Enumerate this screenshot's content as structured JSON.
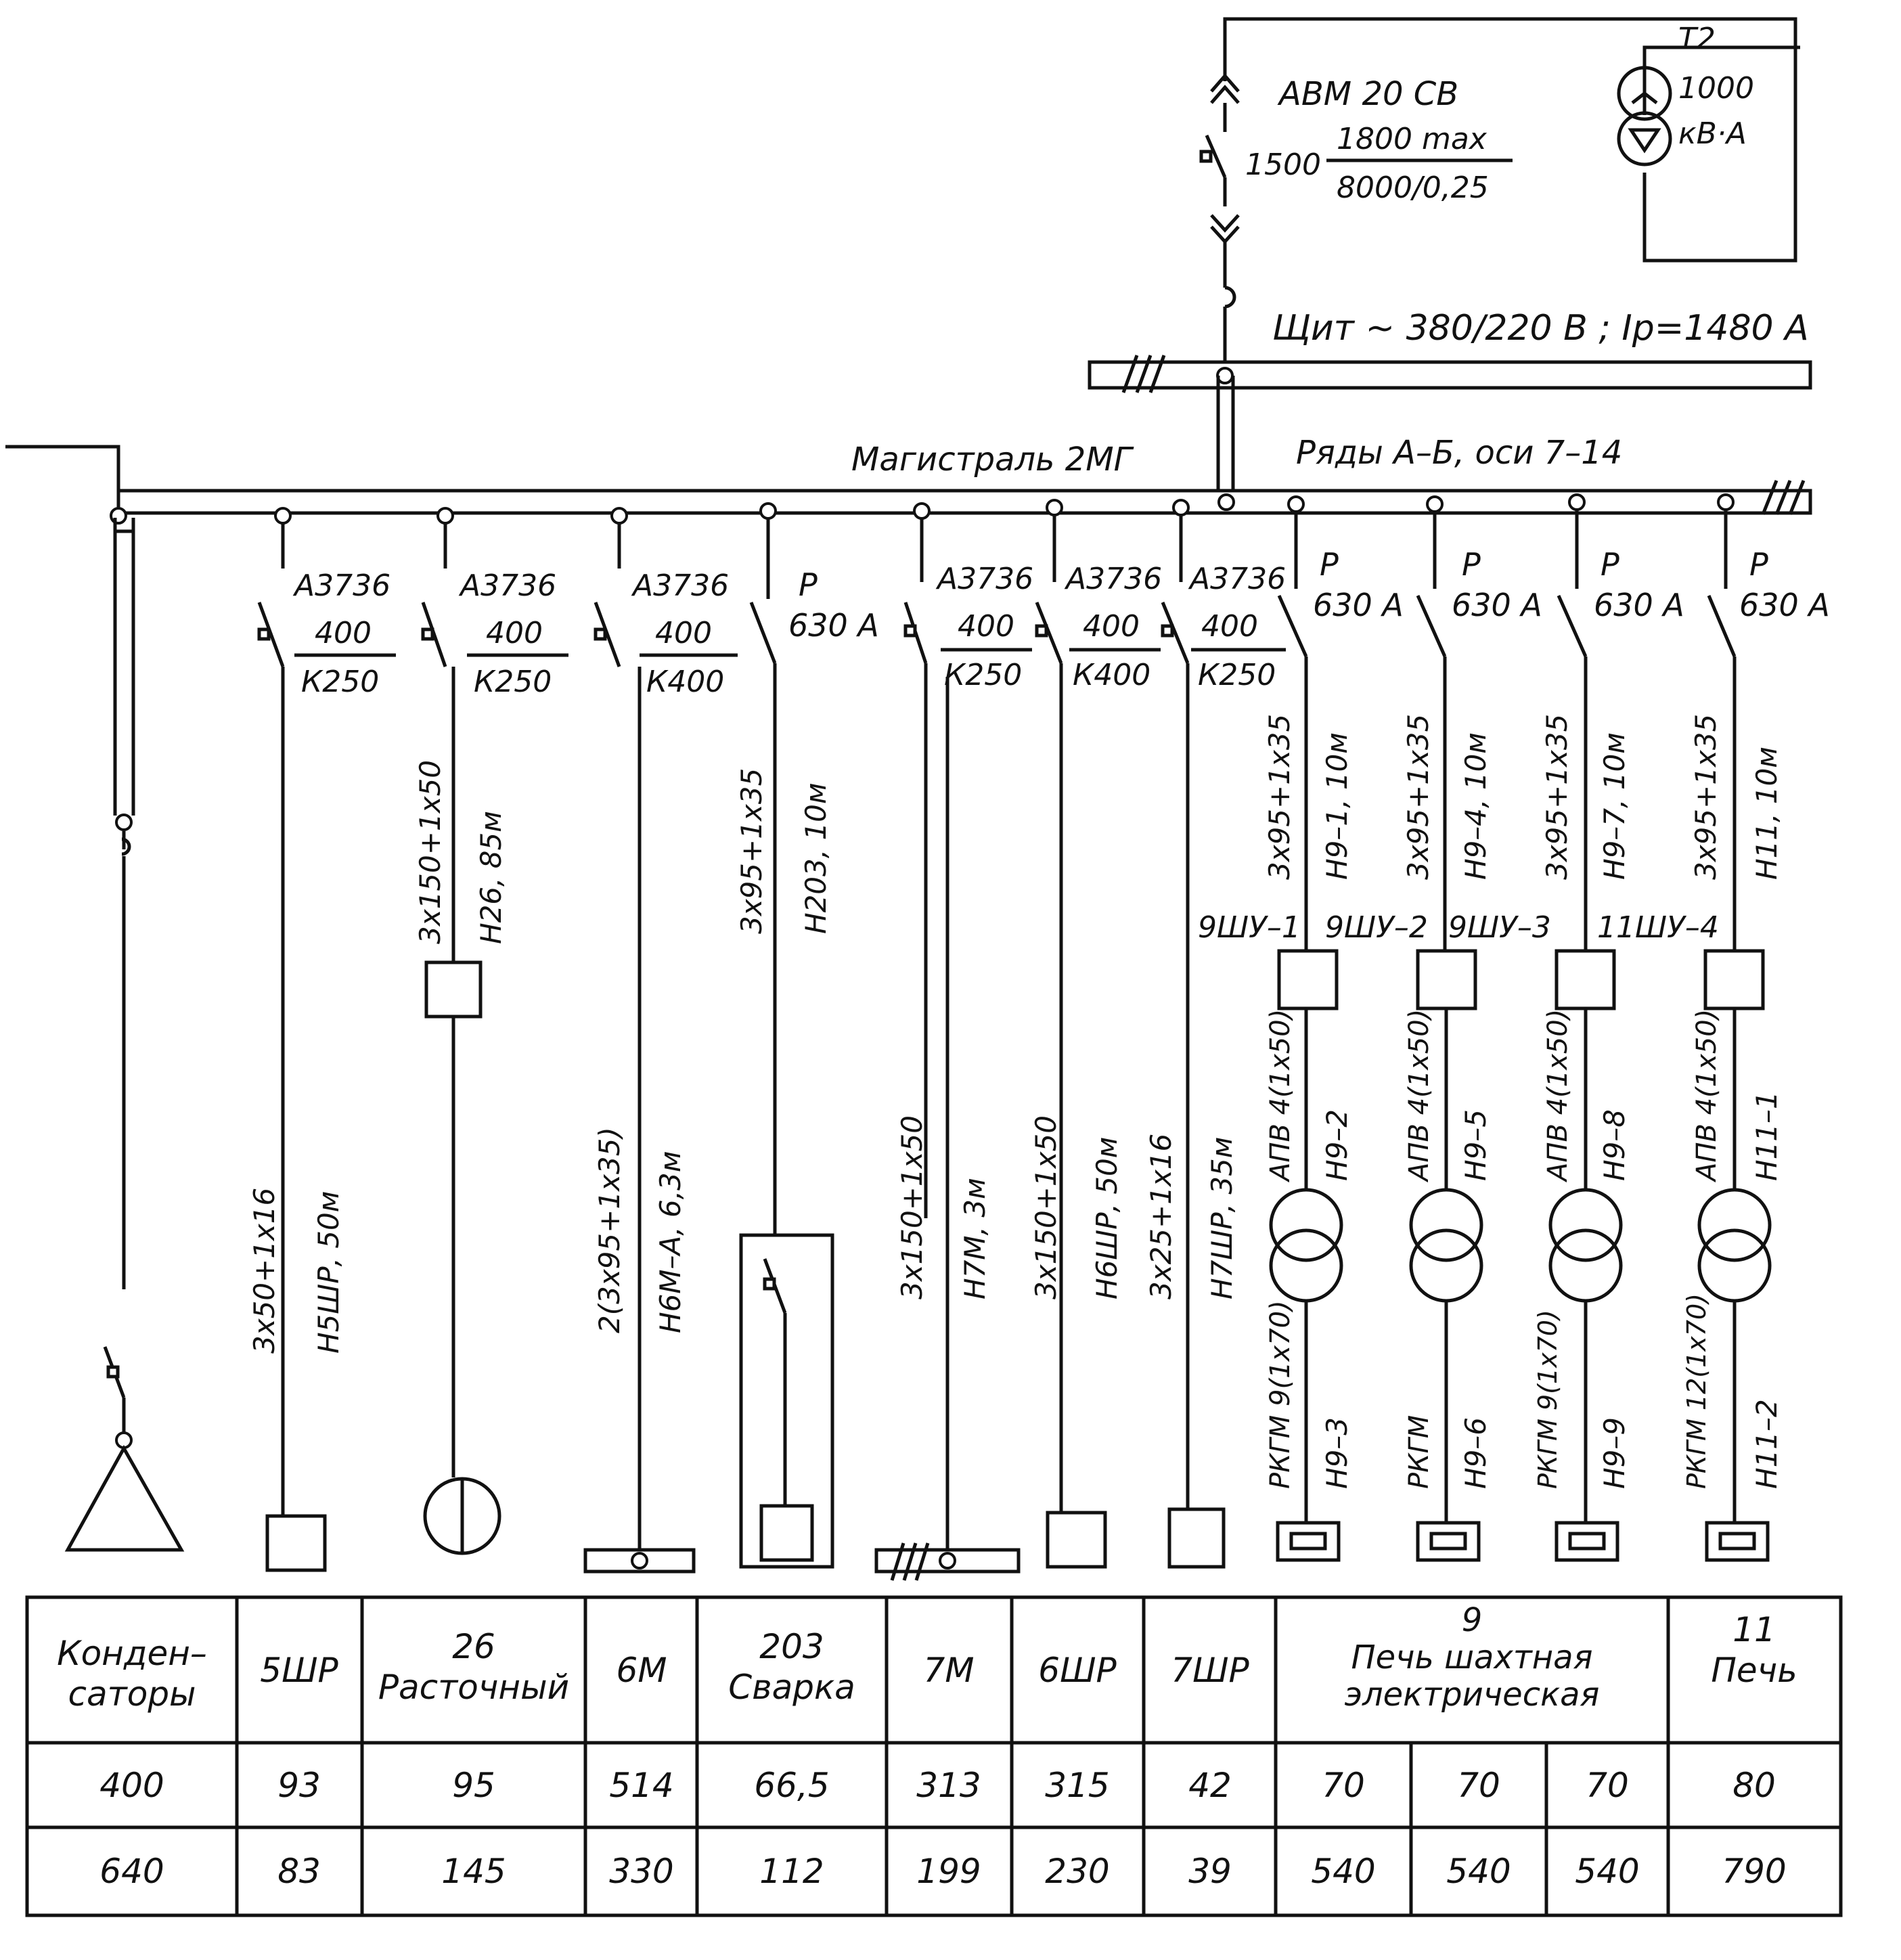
{
  "transformer": {
    "name": "Т2",
    "rating": "1000",
    "unit": "кВ·А"
  },
  "main_breaker": {
    "type": "АВМ 20 СВ",
    "setting": "1500",
    "numerator": "1800 max",
    "denominator": "8000/0,25"
  },
  "panel": {
    "label": "Щит ~ 380/220 В ; Iр=1480 А"
  },
  "mainline": {
    "label": "Магистраль 2МГ",
    "location": "Ряды А–Б, оси 7–14"
  },
  "feeders": [
    {
      "id": "capacitors"
    },
    {
      "id": "5shr",
      "breaker": "А3736",
      "rating": "400",
      "trip": "К250",
      "cable": "3х50+1х16",
      "line": "Н5ШР, 50м"
    },
    {
      "id": "26",
      "breaker": "А3736",
      "rating": "400",
      "trip": "К250",
      "cable": "3х150+1х50",
      "line": "Н26, 85м"
    },
    {
      "id": "6m",
      "breaker": "А3736",
      "rating": "400",
      "trip": "К400",
      "cable": "2(3х95+1х35)",
      "line": "Н6М–А, 6,3м"
    },
    {
      "id": "203",
      "breaker": "Р",
      "rating": "630 А",
      "cable": "3х95+1х35",
      "line": "Н203, 10м"
    },
    {
      "id": "7m",
      "breaker": "А3736",
      "rating": "400",
      "trip": "К250",
      "cable": "3х150+1х50",
      "line": "Н7М, 3м"
    },
    {
      "id": "6shr",
      "breaker": "А3736",
      "rating": "400",
      "trip": "К400",
      "cable": "3х150+1х50",
      "line": "Н6ШР, 50м"
    },
    {
      "id": "7shr",
      "breaker": "А3736",
      "rating": "400",
      "trip": "К250",
      "cable": "3х25+1х16",
      "line": "Н7ШР, 35м"
    },
    {
      "id": "9-1",
      "breaker": "Р",
      "rating": "630 А",
      "cable": "3х95+1х35",
      "line": "Н9–1, 10м",
      "unit": "9ШУ–1",
      "cable2": "АПВ 4(1х50)",
      "line2": "Н9–2",
      "cable3": "РКГМ 9(1х70)",
      "line3": "Н9–3"
    },
    {
      "id": "9-2",
      "breaker": "Р",
      "rating": "630 А",
      "cable": "3х95+1х35",
      "line": "Н9–4, 10м",
      "unit": "9ШУ–2",
      "cable2": "АПВ 4(1х50)",
      "line2": "Н9–5",
      "cable3": "РКГМ",
      "line3": "Н9–6"
    },
    {
      "id": "9-3",
      "breaker": "Р",
      "rating": "630 А",
      "cable": "3х95+1х35",
      "line": "Н9–7, 10м",
      "unit": "9ШУ–3",
      "cable2": "АПВ 4(1х50)",
      "line2": "Н9–8",
      "cable3": "РКГМ 9(1х70)",
      "line3": "Н9–9"
    },
    {
      "id": "11",
      "breaker": "Р",
      "rating": "630 А",
      "cable": "3х95+1х35",
      "line": "Н11, 10м",
      "unit": "11ШУ–4",
      "cable2": "АПВ 4(1х50)",
      "line2": "Н11–1",
      "cable3": "РКГМ 12(1х70)",
      "line3": "Н11–2"
    }
  ],
  "table": {
    "headers": [
      {
        "lines": [
          "Конден–",
          "саторы"
        ]
      },
      {
        "lines": [
          "5ШР"
        ]
      },
      {
        "lines": [
          "26",
          "Расточный"
        ]
      },
      {
        "lines": [
          "6М"
        ]
      },
      {
        "lines": [
          "203",
          "Сварка"
        ]
      },
      {
        "lines": [
          "7М"
        ]
      },
      {
        "lines": [
          "6ШР"
        ]
      },
      {
        "lines": [
          "7ШР"
        ]
      },
      {
        "lines": [
          "9",
          "Печь шахтная",
          "электрическая"
        ]
      },
      {
        "lines": [
          "11",
          "Печь"
        ]
      }
    ],
    "rows": [
      [
        "400",
        "93",
        "95",
        "514",
        "66,5",
        "313",
        "315",
        "42",
        "70",
        "70",
        "70",
        "80"
      ],
      [
        "640",
        "83",
        "145",
        "330",
        "112",
        "199",
        "230",
        "39",
        "540",
        "540",
        "540",
        "790"
      ]
    ]
  }
}
